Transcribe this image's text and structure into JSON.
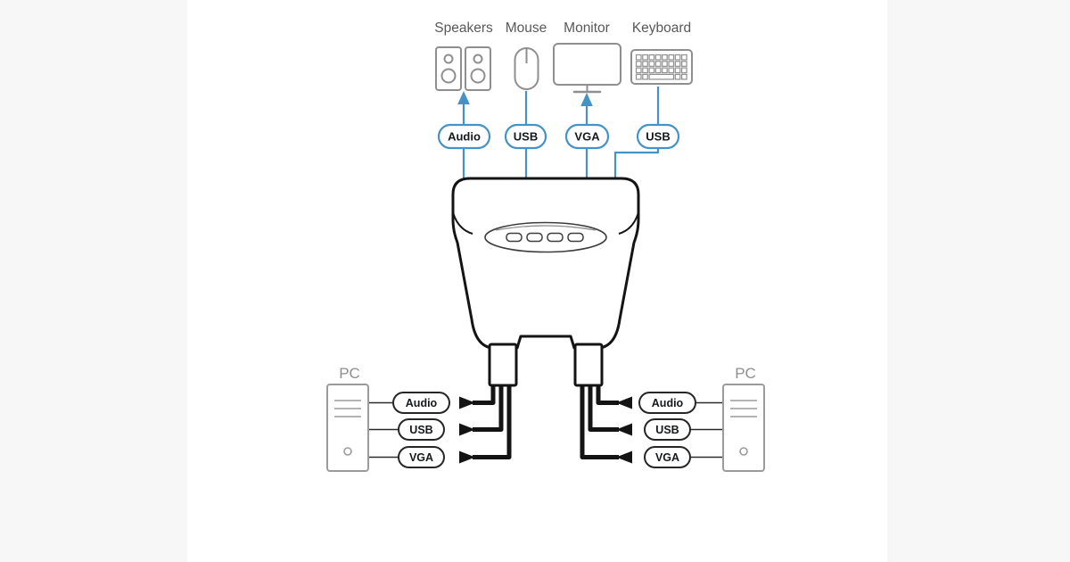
{
  "colors": {
    "accent_blue": "#4593C6",
    "icon_gray": "#8F8F8F",
    "line_dark": "#141414",
    "canvas": "#FFFFFF"
  },
  "peripherals": {
    "speakers": "Speakers",
    "mouse": "Mouse",
    "monitor": "Monitor",
    "keyboard": "Keyboard"
  },
  "console_ports": {
    "speakers_audio": "Audio",
    "mouse_usb": "USB",
    "monitor_vga": "VGA",
    "keyboard_usb": "USB"
  },
  "left_pc": {
    "label": "PC",
    "ports": {
      "audio": "Audio",
      "usb": "USB",
      "vga": "VGA"
    }
  },
  "right_pc": {
    "label": "PC",
    "ports": {
      "audio": "Audio",
      "usb": "USB",
      "vga": "VGA"
    }
  }
}
